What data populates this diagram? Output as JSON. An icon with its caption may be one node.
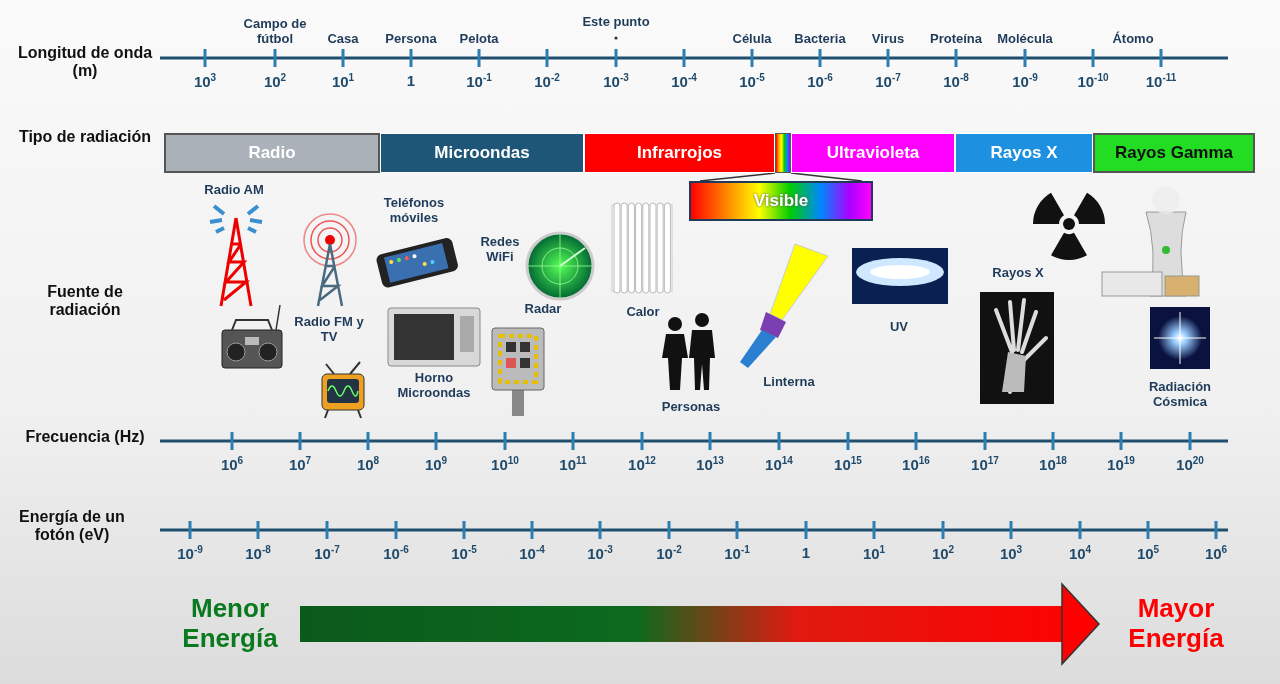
{
  "diagram": {
    "nodes": [
      {
        "text": [
          "Radio"
        ]
      },
      {
        "text": [
          "Microondas"
        ]
      },
      {
        "text": [
          "Infrarrojos"
        ]
      },
      {
        "text": [],
        "shape": "bar"
      },
      {
        "text": [
          "Ultravioleta"
        ]
      },
      {
        "text": [
          "Rayos X"
        ]
      },
      {
        "text": [
          "Rayos Gamma"
        ]
      },
      {
        "text": [
          "Visible"
        ]
      },
      {
        "text": [
          "Menor Energía"
        ]
      },
      {
        "text": [
          "Mayor Energía"
        ]
      }
    ],
    "edges": [
      {
        "from": 3,
        "to": 7,
        "arrow": "none"
      },
      {
        "from": 3,
        "to": 7,
        "arrow": "none"
      },
      {
        "from": 8,
        "to": 9,
        "arrow": "to",
        "style": "thick"
      }
    ],
    "labels": [
      "Longitud de onda (m)",
      "Campo de fútbol",
      "Casa",
      "Persona",
      "Pelota",
      "Este punto",
      "Célula",
      "Bacteria",
      "Virus",
      "Proteína",
      "Molécula",
      "Átomo",
      "10$^{3}$",
      "10$^{2}$",
      "10$^{1}$",
      "1",
      "10$^{-1}$",
      "10$^{-2}$",
      "10$^{-3}$",
      "10$^{-4}$",
      "10$^{-5}$",
      "10$^{-6}$",
      "10$^{-7}$",
      "10$^{-8}$",
      "10$^{-9}$",
      "10$^{-10}$",
      "10$^{-11}$",
      "Tipo de radiación",
      "Fuente de radiación",
      "Radio AM",
      "Teléfonos móviles",
      "Redes WiFi",
      "Radio FM y TV",
      "Radar",
      "Calor",
      "Horno Microondas",
      "Personas",
      "Linterna",
      "UV",
      "Rayos X",
      "Radiación Cósmica",
      "Frecuencia (Hz)",
      "10$^{6}$",
      "10$^{7}$",
      "10$^{8}$",
      "10$^{9}$",
      "10$^{10}$",
      "10$^{11}$",
      "10$^{12}$",
      "10$^{13}$",
      "10$^{14}$",
      "10$^{15}$",
      "10$^{16}$",
      "10$^{17}$",
      "10$^{18}$",
      "10$^{19}$",
      "10$^{20}$",
      "Energía de un fotón (eV)",
      "10$^{-9}$",
      "10$^{-8}$",
      "10$^{-7}$",
      "10$^{-6}$",
      "10$^{-5}$",
      "10$^{-4}$",
      "10$^{-3}$",
      "10$^{-2}$",
      "10$^{-1}$",
      "1",
      "10$^{1}$",
      "10$^{2}$",
      "10$^{3}$",
      "10$^{4}$",
      "10$^{5}$",
      "10$^{6}$"
    ]
  }
}
